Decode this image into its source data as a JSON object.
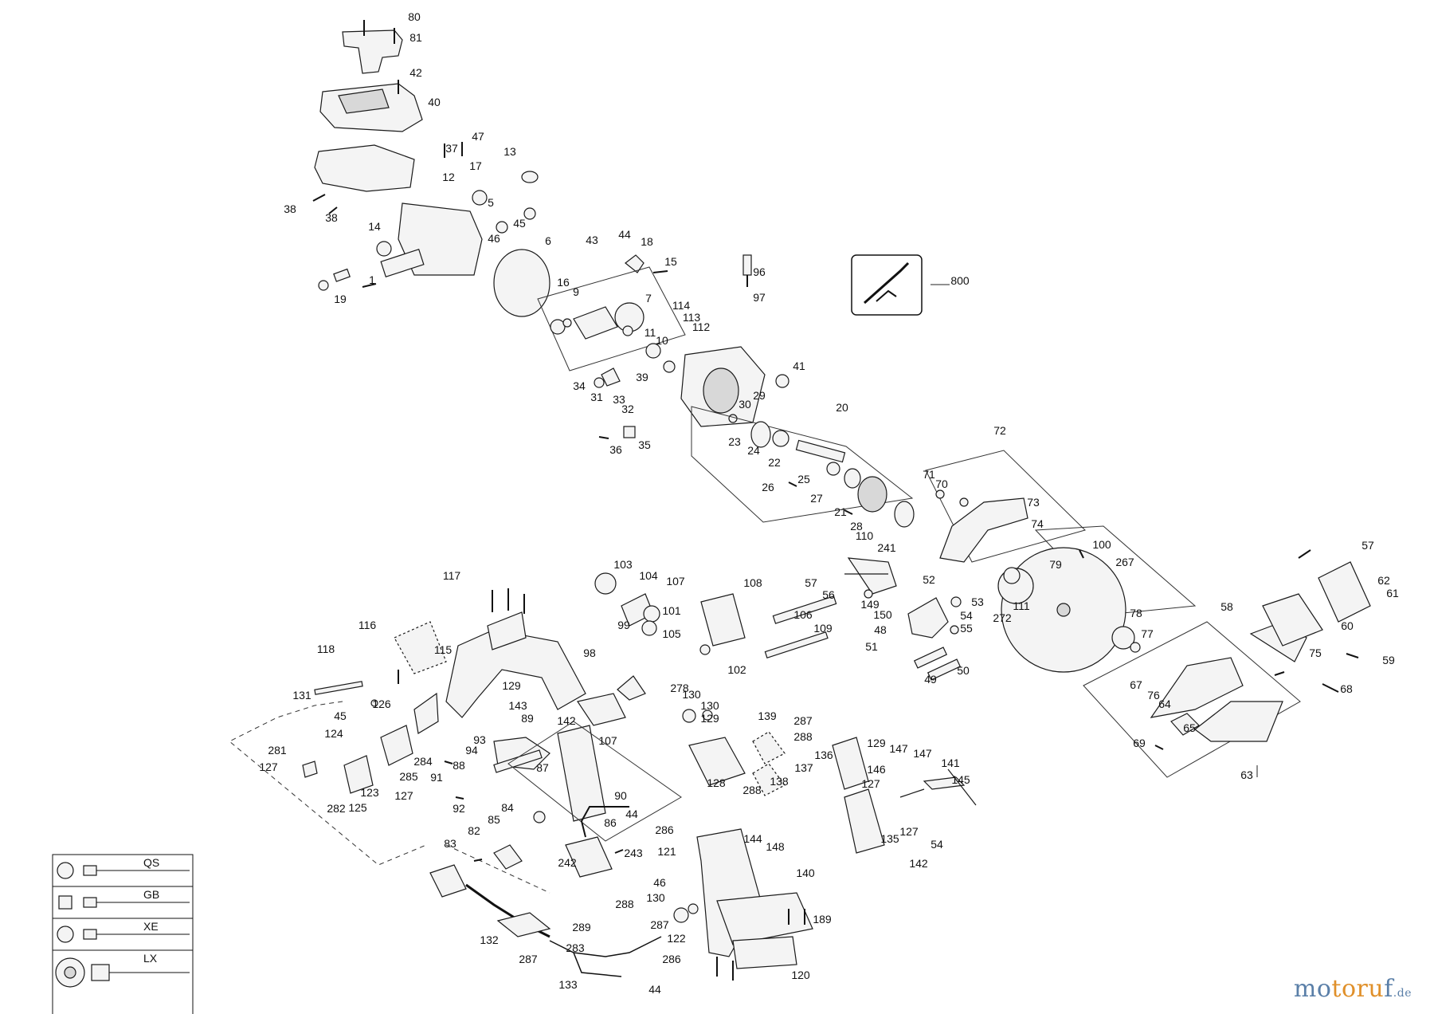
{
  "diagram": {
    "type": "exploded-parts-diagram",
    "callouts": [
      {
        "id": "80",
        "label": "80"
      },
      {
        "id": "81",
        "label": "81"
      },
      {
        "id": "42",
        "label": "42"
      },
      {
        "id": "40",
        "label": "40"
      },
      {
        "id": "47",
        "label": "47"
      },
      {
        "id": "37",
        "label": "37"
      },
      {
        "id": "13",
        "label": "13"
      },
      {
        "id": "17",
        "label": "17"
      },
      {
        "id": "12",
        "label": "12"
      },
      {
        "id": "5",
        "label": "5"
      },
      {
        "id": "38a",
        "label": "38"
      },
      {
        "id": "38b",
        "label": "38"
      },
      {
        "id": "14",
        "label": "14"
      },
      {
        "id": "45a",
        "label": "45"
      },
      {
        "id": "46a",
        "label": "46"
      },
      {
        "id": "6",
        "label": "6"
      },
      {
        "id": "43",
        "label": "43"
      },
      {
        "id": "44a",
        "label": "44"
      },
      {
        "id": "18",
        "label": "18"
      },
      {
        "id": "15",
        "label": "15"
      },
      {
        "id": "1",
        "label": "1"
      },
      {
        "id": "19",
        "label": "19"
      },
      {
        "id": "96",
        "label": "96"
      },
      {
        "id": "97",
        "label": "97"
      },
      {
        "id": "800",
        "label": "800"
      },
      {
        "id": "16",
        "label": "16"
      },
      {
        "id": "9",
        "label": "9"
      },
      {
        "id": "7",
        "label": "7"
      },
      {
        "id": "114",
        "label": "114"
      },
      {
        "id": "113",
        "label": "113"
      },
      {
        "id": "112",
        "label": "112"
      },
      {
        "id": "11",
        "label": "11"
      },
      {
        "id": "10",
        "label": "10"
      },
      {
        "id": "41",
        "label": "41"
      },
      {
        "id": "39",
        "label": "39"
      },
      {
        "id": "34",
        "label": "34"
      },
      {
        "id": "31",
        "label": "31"
      },
      {
        "id": "33",
        "label": "33"
      },
      {
        "id": "32",
        "label": "32"
      },
      {
        "id": "29",
        "label": "29"
      },
      {
        "id": "30",
        "label": "30"
      },
      {
        "id": "36",
        "label": "36"
      },
      {
        "id": "35",
        "label": "35"
      },
      {
        "id": "20",
        "label": "20"
      },
      {
        "id": "23",
        "label": "23"
      },
      {
        "id": "24",
        "label": "24"
      },
      {
        "id": "22",
        "label": "22"
      },
      {
        "id": "25",
        "label": "25"
      },
      {
        "id": "26",
        "label": "26"
      },
      {
        "id": "27",
        "label": "27"
      },
      {
        "id": "21",
        "label": "21"
      },
      {
        "id": "28",
        "label": "28"
      },
      {
        "id": "110",
        "label": "110"
      },
      {
        "id": "72",
        "label": "72"
      },
      {
        "id": "71",
        "label": "71"
      },
      {
        "id": "70",
        "label": "70"
      },
      {
        "id": "73",
        "label": "73"
      },
      {
        "id": "74",
        "label": "74"
      },
      {
        "id": "241",
        "label": "241"
      },
      {
        "id": "100",
        "label": "100"
      },
      {
        "id": "267",
        "label": "267"
      },
      {
        "id": "79",
        "label": "79"
      },
      {
        "id": "57a",
        "label": "57"
      },
      {
        "id": "56",
        "label": "56"
      },
      {
        "id": "52",
        "label": "52"
      },
      {
        "id": "53",
        "label": "53"
      },
      {
        "id": "149",
        "label": "149"
      },
      {
        "id": "150",
        "label": "150"
      },
      {
        "id": "111",
        "label": "111"
      },
      {
        "id": "272",
        "label": "272"
      },
      {
        "id": "48",
        "label": "48"
      },
      {
        "id": "54a",
        "label": "54"
      },
      {
        "id": "55",
        "label": "55"
      },
      {
        "id": "78",
        "label": "78"
      },
      {
        "id": "77",
        "label": "77"
      },
      {
        "id": "51",
        "label": "51"
      },
      {
        "id": "49",
        "label": "49"
      },
      {
        "id": "50",
        "label": "50"
      },
      {
        "id": "57b",
        "label": "57"
      },
      {
        "id": "62",
        "label": "62"
      },
      {
        "id": "58",
        "label": "58"
      },
      {
        "id": "61",
        "label": "61"
      },
      {
        "id": "60",
        "label": "60"
      },
      {
        "id": "59",
        "label": "59"
      },
      {
        "id": "75",
        "label": "75"
      },
      {
        "id": "68",
        "label": "68"
      },
      {
        "id": "67",
        "label": "67"
      },
      {
        "id": "76",
        "label": "76"
      },
      {
        "id": "64",
        "label": "64"
      },
      {
        "id": "65",
        "label": "65"
      },
      {
        "id": "69",
        "label": "69"
      },
      {
        "id": "63",
        "label": "63"
      },
      {
        "id": "117",
        "label": "117"
      },
      {
        "id": "103",
        "label": "103"
      },
      {
        "id": "104",
        "label": "104"
      },
      {
        "id": "107a",
        "label": "107"
      },
      {
        "id": "108",
        "label": "108"
      },
      {
        "id": "101",
        "label": "101"
      },
      {
        "id": "106",
        "label": "106"
      },
      {
        "id": "109",
        "label": "109"
      },
      {
        "id": "116",
        "label": "116"
      },
      {
        "id": "99",
        "label": "99"
      },
      {
        "id": "105",
        "label": "105"
      },
      {
        "id": "118",
        "label": "118"
      },
      {
        "id": "115",
        "label": "115"
      },
      {
        "id": "102",
        "label": "102"
      },
      {
        "id": "98",
        "label": "98"
      },
      {
        "id": "278",
        "label": "278"
      },
      {
        "id": "129a",
        "label": "129"
      },
      {
        "id": "131",
        "label": "131"
      },
      {
        "id": "45b",
        "label": "45"
      },
      {
        "id": "126",
        "label": "126"
      },
      {
        "id": "143",
        "label": "143"
      },
      {
        "id": "142a",
        "label": "142"
      },
      {
        "id": "89",
        "label": "89"
      },
      {
        "id": "130a",
        "label": "130"
      },
      {
        "id": "130b",
        "label": "130"
      },
      {
        "id": "129b",
        "label": "129"
      },
      {
        "id": "139",
        "label": "139"
      },
      {
        "id": "287a",
        "label": "287"
      },
      {
        "id": "288a",
        "label": "288"
      },
      {
        "id": "107b",
        "label": "107"
      },
      {
        "id": "124",
        "label": "124"
      },
      {
        "id": "93",
        "label": "93"
      },
      {
        "id": "94",
        "label": "94"
      },
      {
        "id": "284",
        "label": "284"
      },
      {
        "id": "88",
        "label": "88"
      },
      {
        "id": "285",
        "label": "285"
      },
      {
        "id": "87",
        "label": "87"
      },
      {
        "id": "137",
        "label": "137"
      },
      {
        "id": "128",
        "label": "128"
      },
      {
        "id": "138",
        "label": "138"
      },
      {
        "id": "288b",
        "label": "288"
      },
      {
        "id": "136",
        "label": "136"
      },
      {
        "id": "129c",
        "label": "129"
      },
      {
        "id": "147a",
        "label": "147"
      },
      {
        "id": "147b",
        "label": "147"
      },
      {
        "id": "146",
        "label": "146"
      },
      {
        "id": "127a",
        "label": "127"
      },
      {
        "id": "141",
        "label": "141"
      },
      {
        "id": "145",
        "label": "145"
      },
      {
        "id": "281",
        "label": "281"
      },
      {
        "id": "127b",
        "label": "127"
      },
      {
        "id": "91",
        "label": "91"
      },
      {
        "id": "123",
        "label": "123"
      },
      {
        "id": "127c",
        "label": "127"
      },
      {
        "id": "90",
        "label": "90"
      },
      {
        "id": "282",
        "label": "282"
      },
      {
        "id": "125",
        "label": "125"
      },
      {
        "id": "92",
        "label": "92"
      },
      {
        "id": "84",
        "label": "84"
      },
      {
        "id": "85",
        "label": "85"
      },
      {
        "id": "86",
        "label": "86"
      },
      {
        "id": "44b",
        "label": "44"
      },
      {
        "id": "286a",
        "label": "286"
      },
      {
        "id": "82",
        "label": "82"
      },
      {
        "id": "83",
        "label": "83"
      },
      {
        "id": "135",
        "label": "135"
      },
      {
        "id": "127d",
        "label": "127"
      },
      {
        "id": "54b",
        "label": "54"
      },
      {
        "id": "144",
        "label": "144"
      },
      {
        "id": "148",
        "label": "148"
      },
      {
        "id": "142b",
        "label": "142"
      },
      {
        "id": "140",
        "label": "140"
      },
      {
        "id": "243",
        "label": "243"
      },
      {
        "id": "121",
        "label": "121"
      },
      {
        "id": "242",
        "label": "242"
      },
      {
        "id": "46b",
        "label": "46"
      },
      {
        "id": "130c",
        "label": "130"
      },
      {
        "id": "288c",
        "label": "288"
      },
      {
        "id": "287b",
        "label": "287"
      },
      {
        "id": "289",
        "label": "289"
      },
      {
        "id": "122",
        "label": "122"
      },
      {
        "id": "189",
        "label": "189"
      },
      {
        "id": "132",
        "label": "132"
      },
      {
        "id": "283",
        "label": "283"
      },
      {
        "id": "287c",
        "label": "287"
      },
      {
        "id": "286b",
        "label": "286"
      },
      {
        "id": "120",
        "label": "120"
      },
      {
        "id": "133",
        "label": "133"
      },
      {
        "id": "44c",
        "label": "44"
      }
    ],
    "plug_legend": [
      {
        "code": "QS"
      },
      {
        "code": "GB"
      },
      {
        "code": "XE"
      },
      {
        "code": "LX"
      }
    ]
  },
  "logo": {
    "part1": "mo",
    "part2": "toru",
    "part3": "f",
    "suffix": ".de"
  },
  "colors": {
    "line": "#1a1a1a",
    "logo_blue": "#5a7fa8",
    "logo_orange": "#e0902a"
  }
}
